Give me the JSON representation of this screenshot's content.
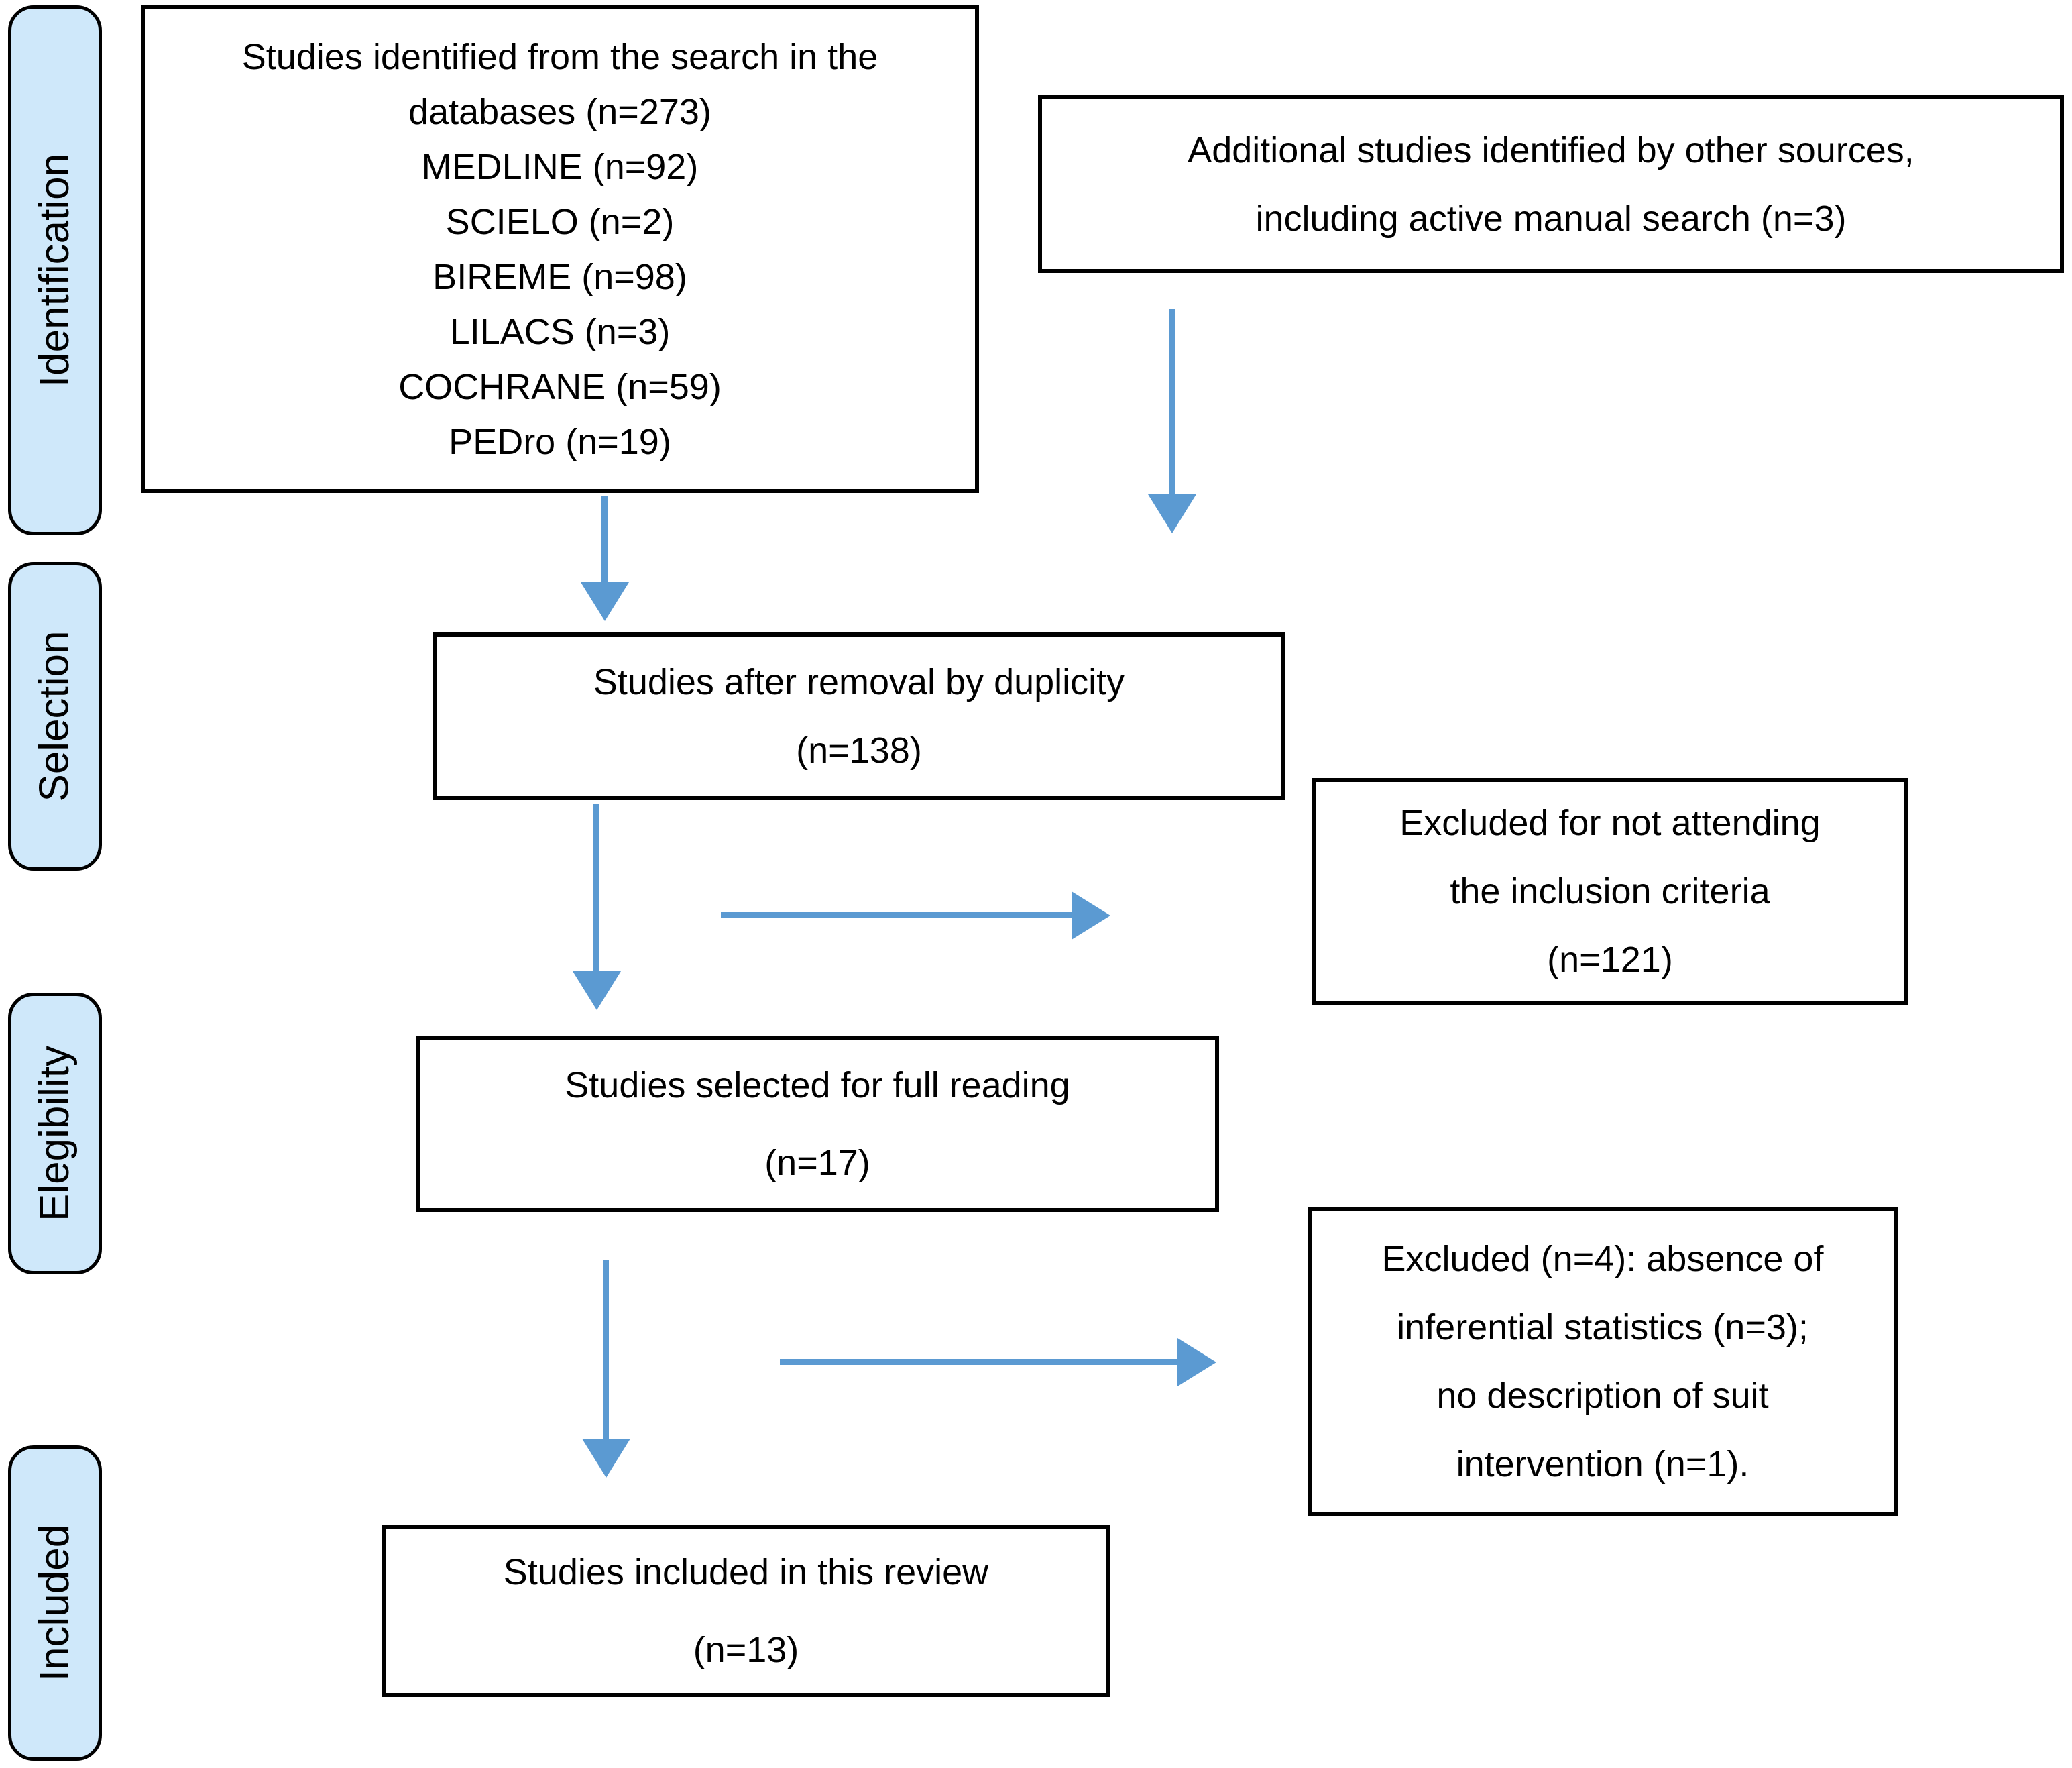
{
  "stages": [
    {
      "label": "Identification"
    },
    {
      "label": "Selection"
    },
    {
      "label": "Elegibility"
    },
    {
      "label": "Included"
    }
  ],
  "boxes": {
    "identified": {
      "lines": [
        "Studies identified from the search in the",
        "databases (n=273)",
        "MEDLINE (n=92)",
        "SCIELO (n=2)",
        "BIREME (n=98)",
        "LILACS (n=3)",
        "COCHRANE (n=59)",
        "PEDro (n=19)"
      ]
    },
    "additional": {
      "lines": [
        "Additional studies identified by other sources,",
        "including active manual search (n=3)"
      ]
    },
    "deduplicated": {
      "lines": [
        "Studies after removal by duplicity",
        "(n=138)"
      ]
    },
    "excluded_inclusion": {
      "lines": [
        "Excluded for not attending",
        "the inclusion criteria",
        "(n=121)"
      ]
    },
    "full_reading": {
      "lines": [
        "Studies selected for full reading",
        "(n=17)"
      ]
    },
    "excluded_other": {
      "lines": [
        "Excluded (n=4): absence of",
        "inferential statistics (n=3);",
        "no description of suit",
        "intervention (n=1)."
      ]
    },
    "included_review": {
      "lines": [
        "Studies included in this review",
        "(n=13)"
      ]
    }
  },
  "colors": {
    "stage_fill": "#cfe8fa",
    "arrow": "#5b9ad2",
    "border": "#000000",
    "background": "#ffffff"
  }
}
